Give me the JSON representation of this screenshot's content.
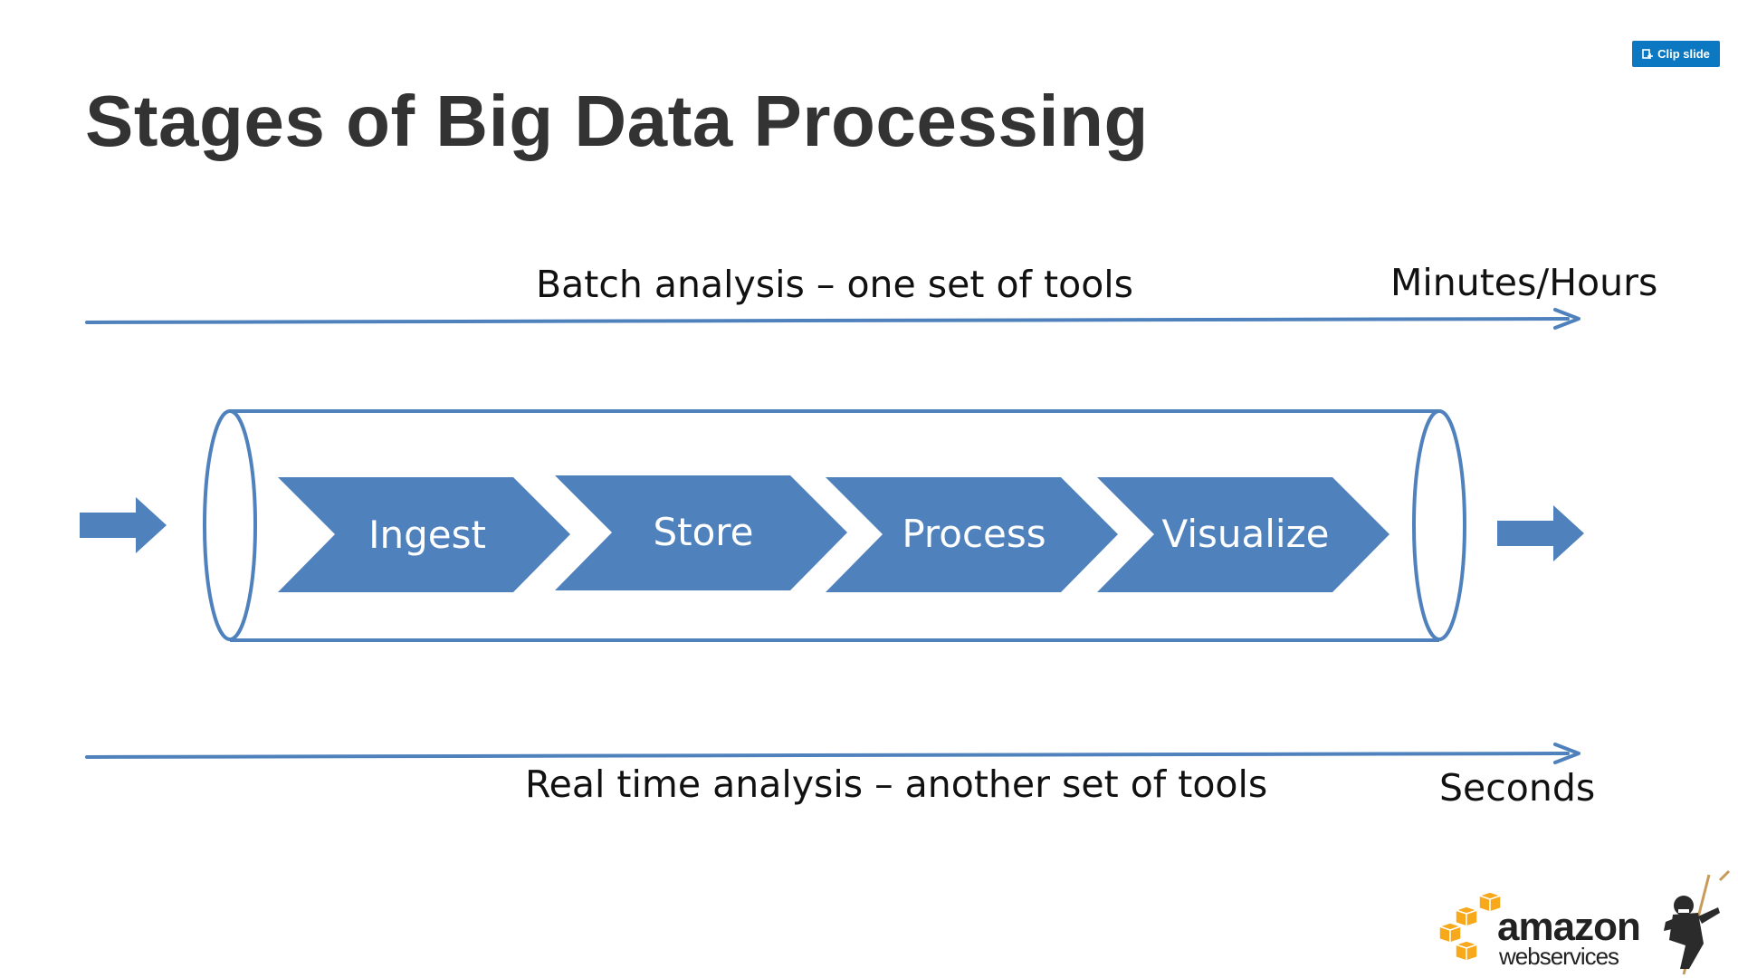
{
  "slide": {
    "title": "Stages of Big Data Processing",
    "clip_button_label": "Clip slide"
  },
  "diagram": {
    "batch_label": "Batch analysis – one set of tools",
    "batch_duration": "Minutes/Hours",
    "realtime_label": "Real time analysis – another set of tools",
    "realtime_duration": "Seconds",
    "stages": [
      "Ingest",
      "Store",
      "Process",
      "Visualize"
    ],
    "flow_icons": [
      "input-arrow-icon",
      "output-arrow-icon"
    ],
    "colors": {
      "accent": "#4f81bd",
      "stage_fill": "#4f81bd",
      "stage_text": "#ffffff",
      "text": "#111111",
      "title": "#333333"
    }
  },
  "logo": {
    "word": "amazon",
    "sub": "webservices",
    "colors": {
      "cubes": "#f7a81b",
      "text": "#222222"
    }
  }
}
